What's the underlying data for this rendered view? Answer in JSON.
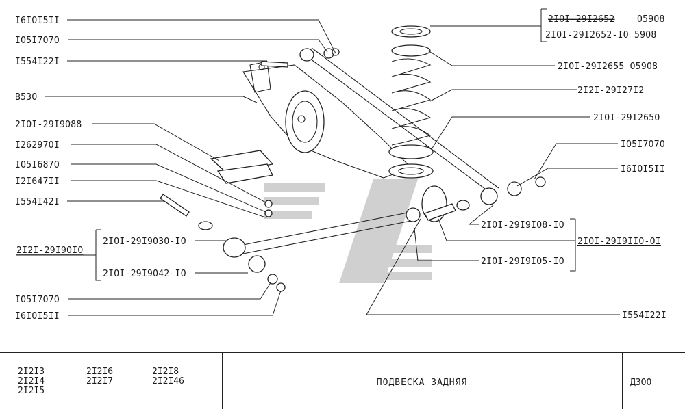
{
  "callouts": {
    "c1": "I6IOI5II",
    "c2": "IO5I7O7O",
    "c3": "I554I22I",
    "c4": "B53O",
    "c5": "2IOI-29I9O88",
    "c6": "I26297OI",
    "c7": "IO5I687O",
    "c8": "I2I647II",
    "c9": "I554I42I",
    "c10_group": "2I2I-29I9OIO",
    "c10a": "2IOI-29I9O3O-IO",
    "c10b": "2IOI-29I9O42-IO",
    "c11": "IO5I7O7O",
    "c12": "I6IOI5II",
    "r1a_struck": "2IOI-29I2652",
    "r1a_code": "O59O8",
    "r1b": "2IOI-29I2652-IO 59O8",
    "r2": "2IOI-29I2655 O59O8",
    "r3": "2I2I-29I27I2",
    "r4": "2IOI-29I265O",
    "r5": "IO5I7O7O",
    "r6": "I6IOI5II",
    "r7_group": "2IOI-29I9IIO-OI",
    "r7a": "2IOI-29I9IO8-IO",
    "r7b": "2IOI-29I9IO5-IO",
    "r8": "I554I22I"
  },
  "footer": {
    "models_col1": [
      "2I2I3",
      "2I2I4",
      "2I2I5"
    ],
    "models_col2": [
      "2I2I6",
      "2I2I7"
    ],
    "models_col3": [
      "2I2I8",
      "2I2I46"
    ],
    "title": "ПОДВЕСКА ЗАДНЯЯ",
    "sheet_code": "Д3ОО"
  }
}
